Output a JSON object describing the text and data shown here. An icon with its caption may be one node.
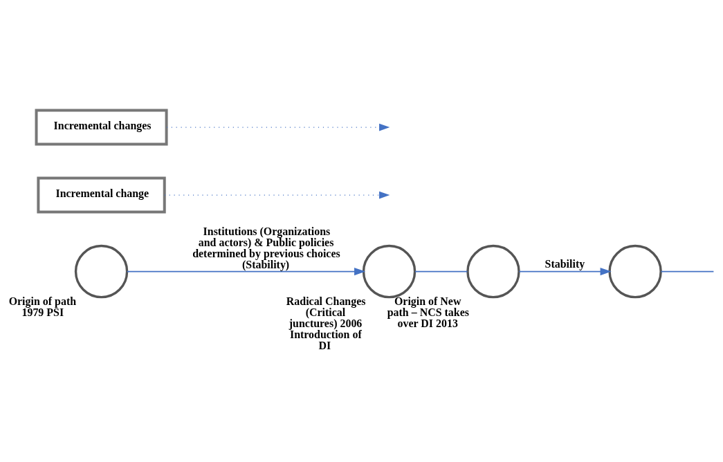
{
  "diagram": {
    "nodes": [
      {
        "text": [],
        "shape": "circle",
        "beside": [
          "Origin of path 1979 PSI"
        ]
      },
      {
        "text": [],
        "shape": "circle",
        "beside": [
          "Radical Changes (Critical junctures) 2006 Introduction of DI"
        ]
      },
      {
        "text": [],
        "shape": "circle",
        "beside": [
          "Origin of New path – NCS takes over DI 2013"
        ]
      },
      {
        "text": [],
        "shape": "circle"
      },
      {
        "text": [
          "Incremental change"
        ]
      },
      {
        "text": [
          "Incremental changes"
        ]
      }
    ],
    "edges": [
      {
        "from": 0,
        "to": 1,
        "arrow": "to",
        "label": "Institutions (Organizations and actors) & Public policies determined by previous choices (Stability)"
      },
      {
        "from": 1,
        "to": 2,
        "arrow": "none"
      },
      {
        "from": 2,
        "to": 3,
        "arrow": "to",
        "label": "Stability"
      },
      {
        "from": 3,
        "to": null,
        "arrow": "none"
      },
      {
        "from": 4,
        "to": null,
        "arrow": "to",
        "style": "dashed"
      },
      {
        "from": 5,
        "to": null,
        "arrow": "to",
        "style": "dashed"
      }
    ]
  }
}
